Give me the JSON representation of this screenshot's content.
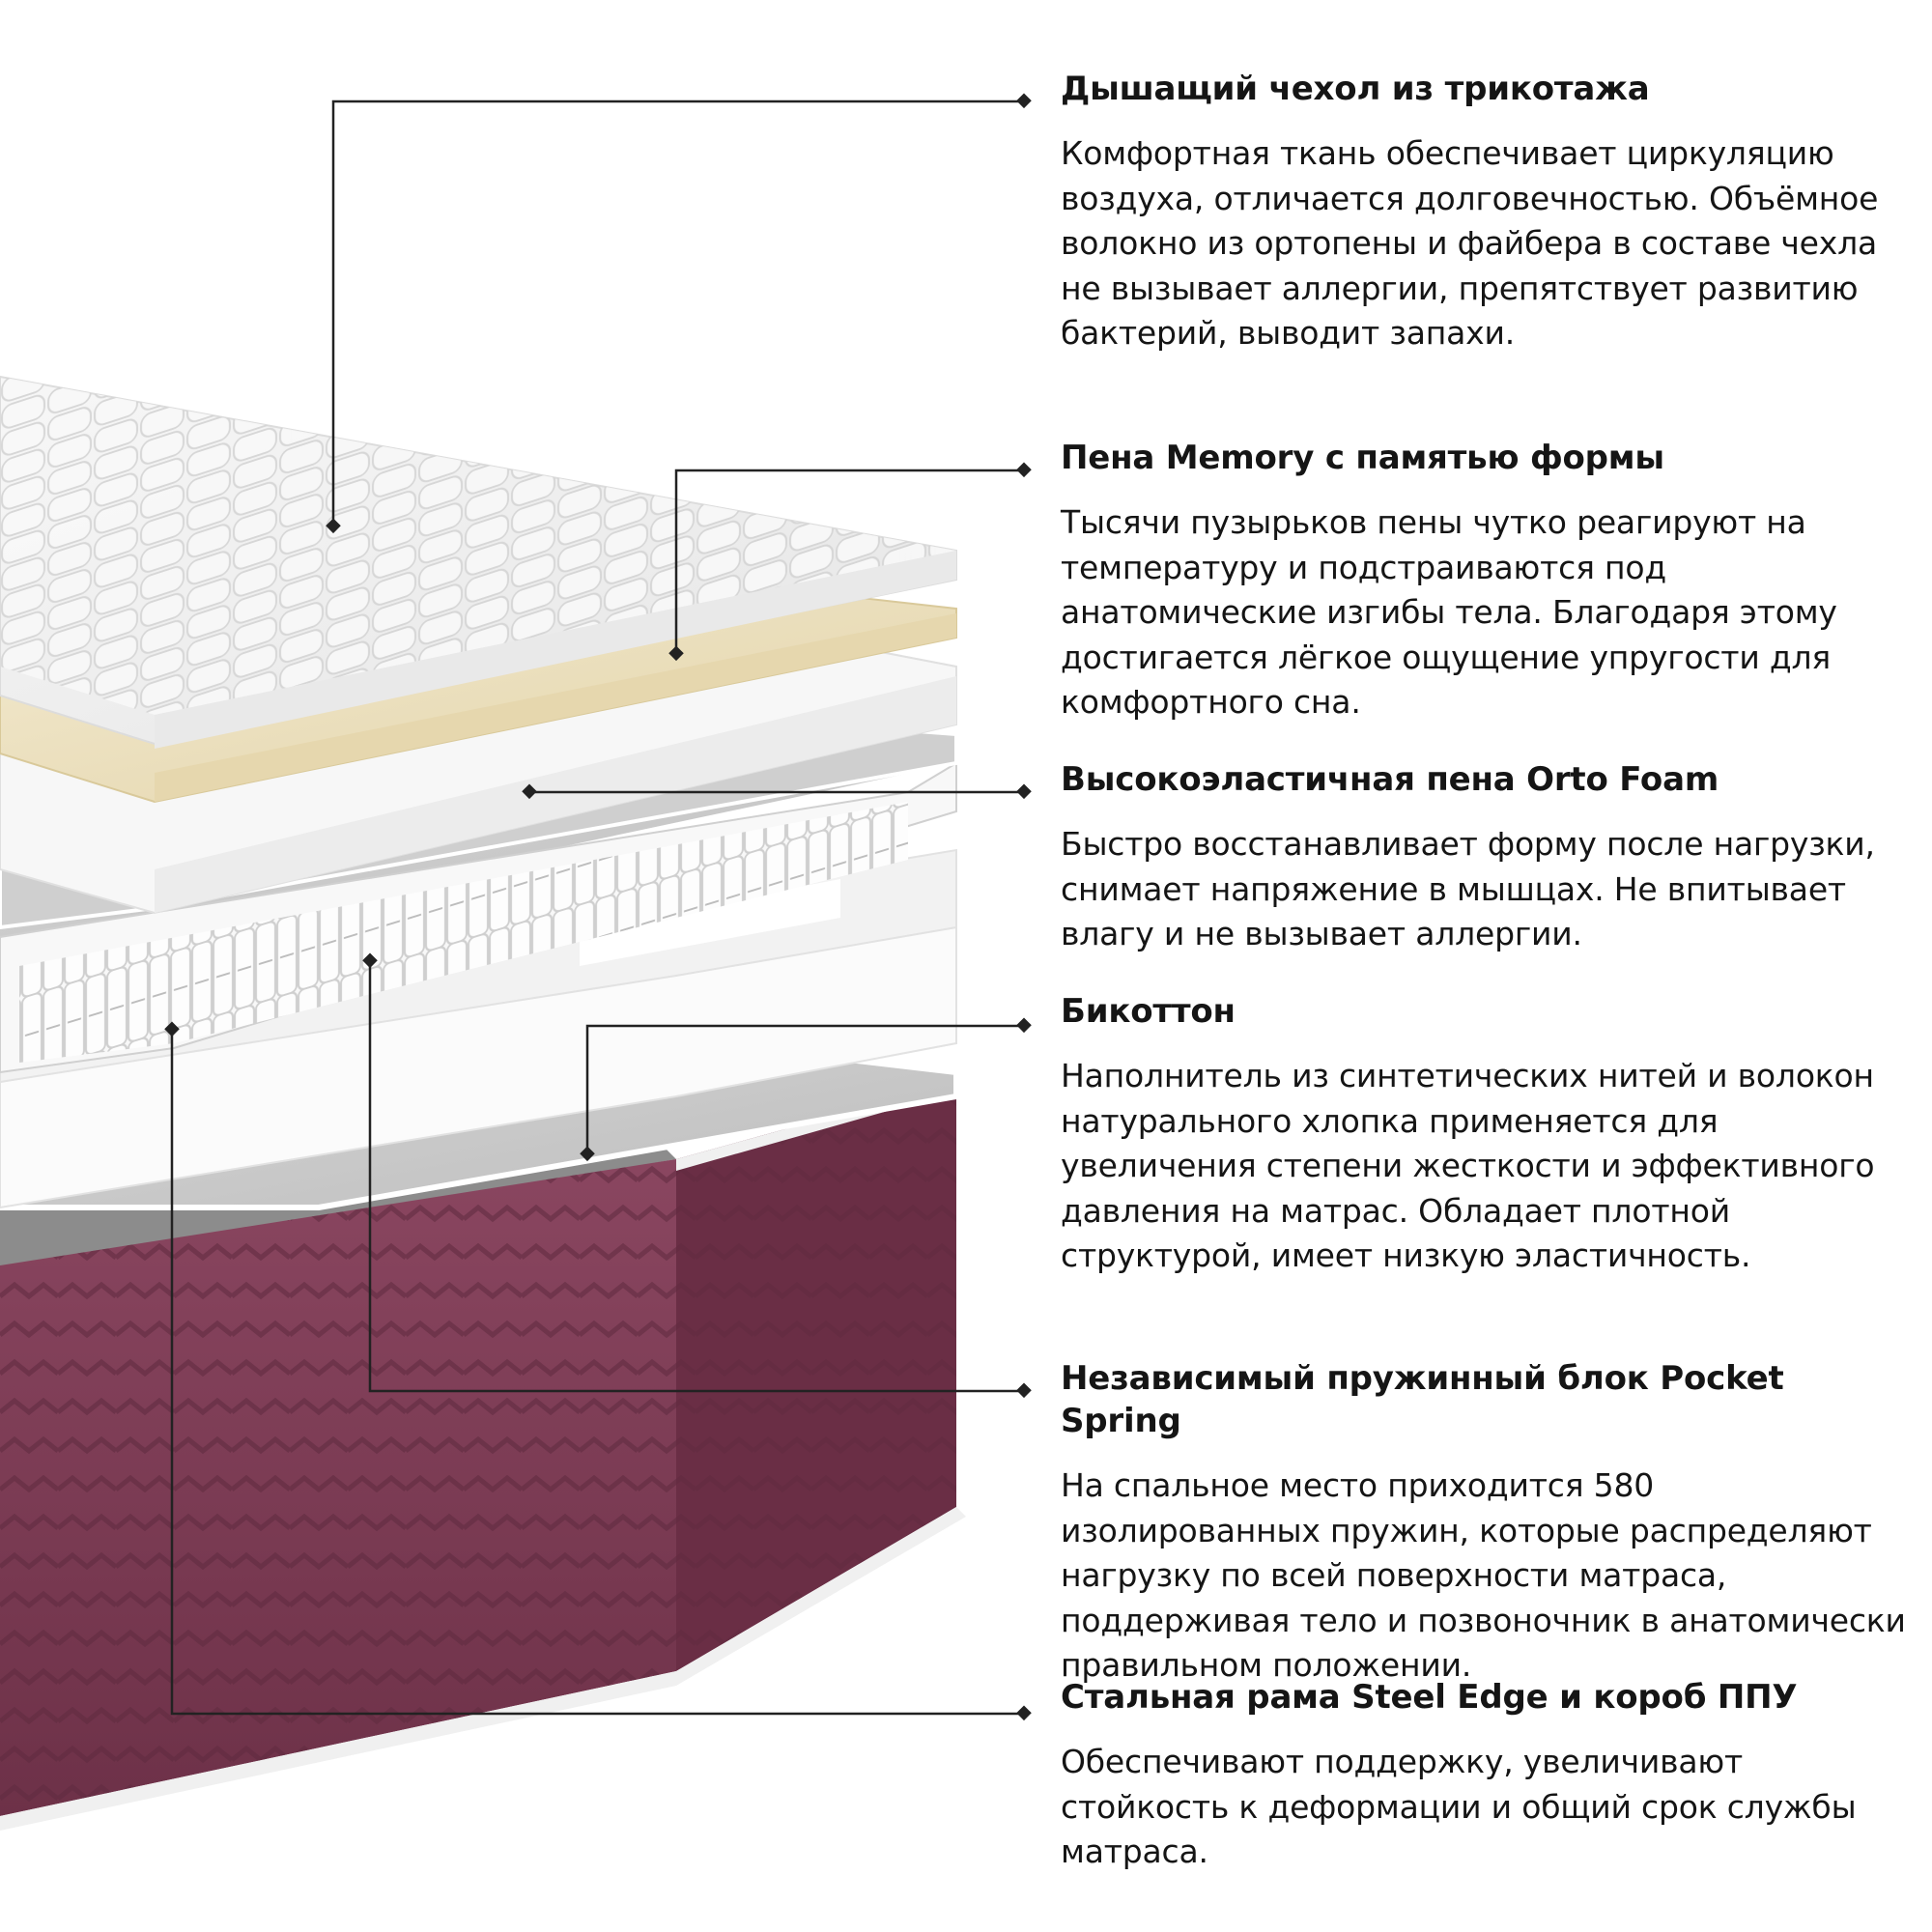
{
  "colors": {
    "text": "#151515",
    "leader_line": "#222222",
    "quilted_cover": "#f2f2f2",
    "memory_foam": "#ede1bf",
    "orto_foam": "#f6f6f6",
    "bicotton": "#c9c9c9",
    "springs": "#fafafa",
    "foam_box": "#f3f3f3",
    "base_fabric": "#7e3b53"
  },
  "layers": [
    {
      "title": "Дышащий чехол из трикотажа",
      "description": "Комфортная ткань обеспечивает циркуляцию воздуха, отличается долговечностью. Объёмное волокно из ортопены и файбера в составе чехла не вызывает аллергии, препятствует развитию бактерий, выводит запахи."
    },
    {
      "title": "Пена Memory с памятью формы",
      "description": "Тысячи пузырьков пены чутко реагируют на температуру и подстраиваются под анатомические изгибы тела. Благодаря этому достигается лёгкое ощущение упругости для комфортного сна."
    },
    {
      "title": "Высокоэластичная пена Orto Foam",
      "description": "Быстро восстанавливает форму после нагрузки, снимает напряжение в мышцах. Не впитывает влагу и не вызывает аллергии."
    },
    {
      "title": "Бикоттон",
      "description": "Наполнитель из синтетических нитей и волокон натурального хлопка применяется для увеличения степени жесткости и эффективного давления на матрас. Обладает плотной структурой, имеет низкую эластичность."
    },
    {
      "title": "Независимый пружинный блок Pocket Spring",
      "description": "На спальное место приходится 580 изолированных пружин, которые распределяют нагрузку по всей поверхности матраса, поддерживая тело и позвоночник в анатомически правильном положении."
    },
    {
      "title": "Стальная рама Steel Edge и короб ППУ",
      "description": "Обеспечивают поддержку, увеличивают стойкость к деформации и общий срок службы матраса."
    }
  ]
}
